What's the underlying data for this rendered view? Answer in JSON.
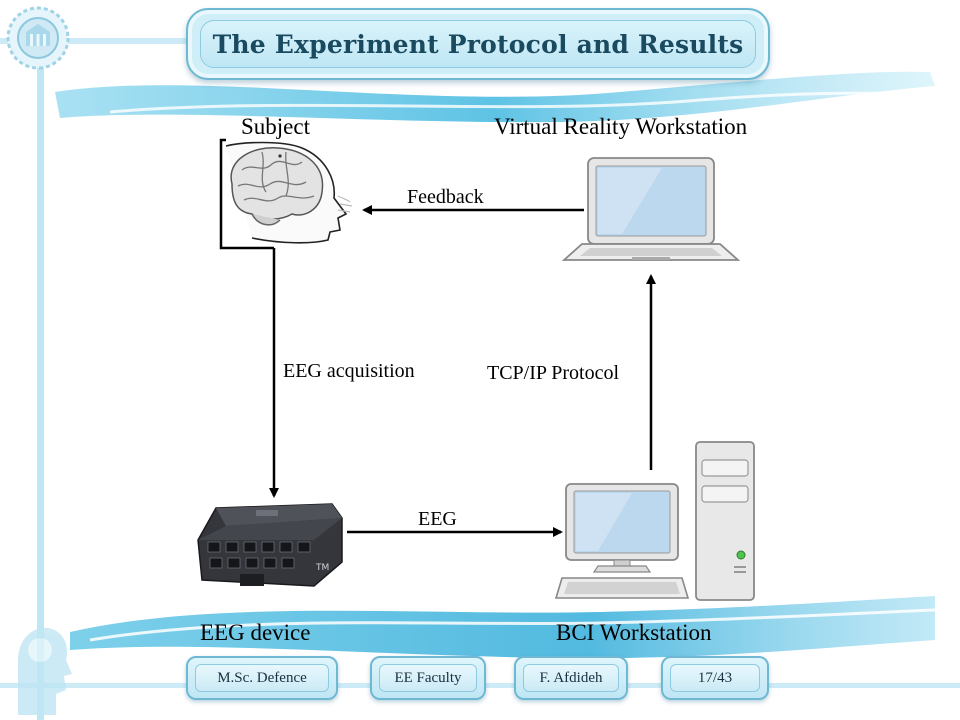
{
  "title": "The Experiment Protocol and Results",
  "nodes": {
    "subject": "Subject",
    "vr_workstation": "Virtual Reality Workstation",
    "eeg_device": "EEG device",
    "bci_workstation": "BCI Workstation"
  },
  "edges": {
    "feedback": "Feedback",
    "eeg_acquisition": "EEG acquisition",
    "tcp_ip": "TCP/IP Protocol",
    "eeg": "EEG"
  },
  "footer": {
    "defence": "M.Sc. Defence",
    "faculty": "EE Faculty",
    "author": "F. Afdideh",
    "page": "17/43"
  },
  "colors": {
    "accent": "#6fb8d4",
    "swoosh": "#55c3e3",
    "title_text": "#1a4a60"
  }
}
